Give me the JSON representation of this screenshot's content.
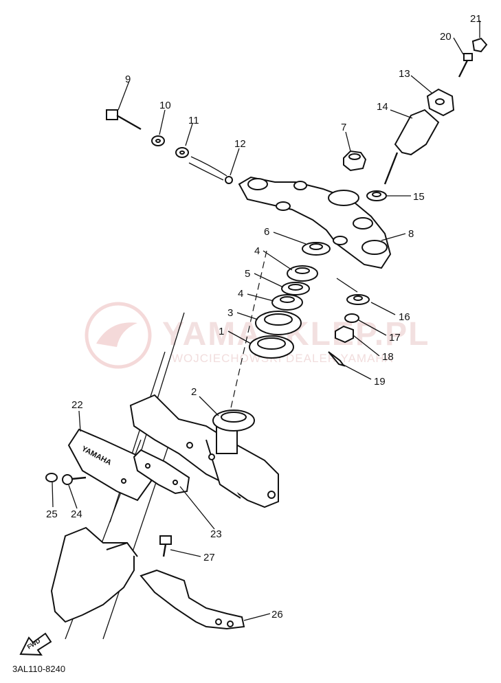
{
  "diagram": {
    "watermark": {
      "brand": "YAMASKLEP.PL",
      "tagline": "WOJCIECHOWSKI DEALER YAMAHA"
    },
    "part_labels": [
      "1",
      "2",
      "3",
      "4",
      "4",
      "5",
      "6",
      "7",
      "8",
      "9",
      "10",
      "11",
      "12",
      "13",
      "14",
      "15",
      "16",
      "17",
      "18",
      "19",
      "20",
      "21",
      "22",
      "23",
      "24",
      "25",
      "26",
      "27"
    ],
    "emblem_text": "YAMAHA",
    "fwd_text": "FWD",
    "drawing_code": "3AL110-8240"
  }
}
